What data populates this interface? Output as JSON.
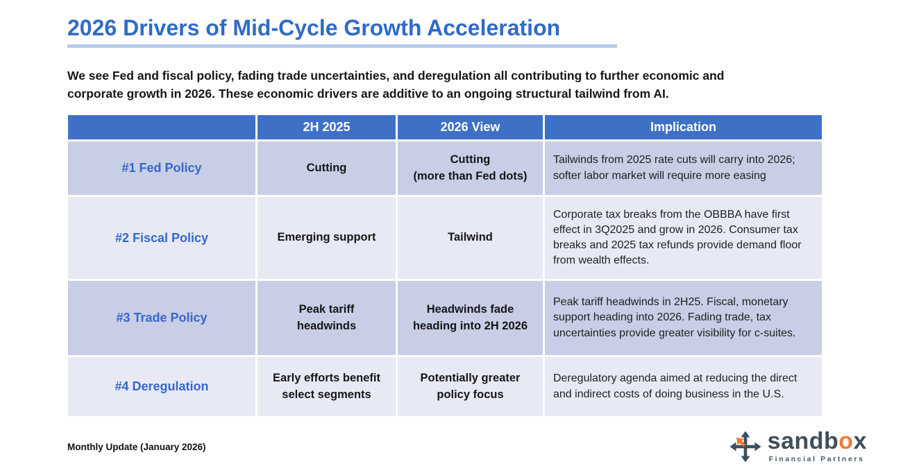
{
  "slide": {
    "title": "2026 Drivers of Mid-Cycle Growth Acceleration",
    "intro": "We see Fed and fiscal policy, fading trade uncertainties, and deregulation all contributing to further economic and corporate growth in 2026. These economic drivers are additive to an ongoing structural tailwind from AI.",
    "footer_note": "Monthly Update (January 2026)"
  },
  "table": {
    "headers": [
      "",
      "2H 2025",
      "2026 View",
      "Implication"
    ],
    "rows": [
      {
        "driver": "#1 Fed Policy",
        "h2_2025": "Cutting",
        "view_2026": "Cutting\n(more than Fed dots)",
        "implication": "Tailwinds from 2025 rate cuts will carry into 2026; softer labor market will require more easing"
      },
      {
        "driver": "#2 Fiscal Policy",
        "h2_2025": "Emerging support",
        "view_2026": "Tailwind",
        "implication": "Corporate tax breaks from the OBBBA have first effect in 3Q2025 and grow in 2026. Consumer tax breaks and 2025 tax refunds provide demand floor from wealth effects."
      },
      {
        "driver": "#3 Trade Policy",
        "h2_2025": "Peak tariff\nheadwinds",
        "view_2026": "Headwinds fade\nheading into 2H 2026",
        "implication": "Peak tariff headwinds in 2H25. Fiscal, monetary support heading into 2026. Fading trade, tax uncertainties provide greater visibility for c-suites."
      },
      {
        "driver": "#4 Deregulation",
        "h2_2025": "Early efforts benefit\nselect segments",
        "view_2026": "Potentially greater\npolicy focus",
        "implication": "Deregulatory agenda aimed at reducing the direct and indirect costs of doing business in the U.S."
      }
    ]
  },
  "logo": {
    "brand": [
      "sandb",
      "o",
      "x"
    ],
    "tagline": "Financial Partners"
  },
  "colors": {
    "title_blue": "#2F6BC7",
    "title_underline": "#B6CBE8",
    "header_blue": "#3E71C5",
    "row_band_dark": "#C7CEE5",
    "row_band_light": "#E7EAF5",
    "driver_blue": "#3667CB",
    "brand_slate": "#3D4F5A",
    "brand_orange": "#EE7A36"
  }
}
